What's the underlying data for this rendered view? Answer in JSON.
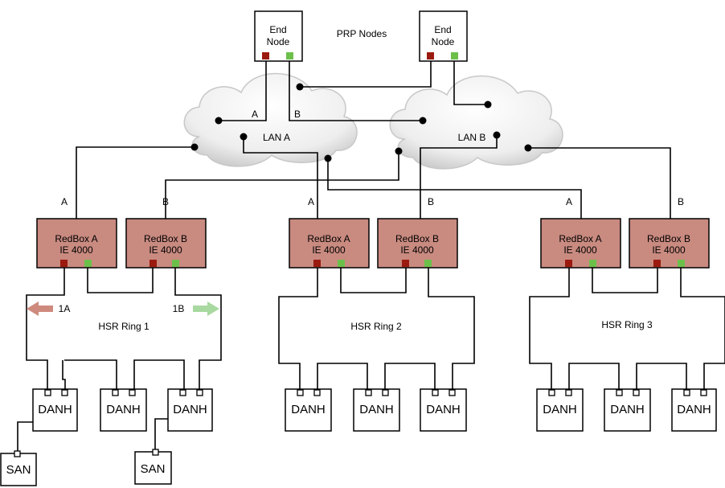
{
  "prp_nodes_label": "PRP Nodes",
  "end_nodes": [
    {
      "line1": "End",
      "line2": "Node"
    },
    {
      "line1": "End",
      "line2": "Node"
    }
  ],
  "lans": [
    {
      "label": "LAN A",
      "port_a": "A",
      "port_b": "B"
    },
    {
      "label": "LAN B"
    }
  ],
  "link_labels": [
    "A",
    "B",
    "A",
    "B",
    "A",
    "B"
  ],
  "redboxes": [
    {
      "line1": "RedBox A",
      "line2": "IE 4000"
    },
    {
      "line1": "RedBox B",
      "line2": "IE 4000"
    },
    {
      "line1": "RedBox A",
      "line2": "IE 4000"
    },
    {
      "line1": "RedBox B",
      "line2": "IE 4000"
    },
    {
      "line1": "RedBox A",
      "line2": "IE 4000"
    },
    {
      "line1": "RedBox B",
      "line2": "IE 4000"
    }
  ],
  "rings": [
    {
      "label": "HSR Ring 1",
      "dir_left": "1A",
      "dir_right": "1B"
    },
    {
      "label": "HSR Ring 2"
    },
    {
      "label": "HSR Ring 3"
    }
  ],
  "danh_label": "DANH",
  "san_label": "SAN",
  "colors": {
    "redbox_fill": "#c98a80",
    "port_red": "#9b1a0f",
    "port_green": "#6cc04a",
    "arrow_red": "#cf8a7e",
    "arrow_green": "#a8d9a0"
  }
}
